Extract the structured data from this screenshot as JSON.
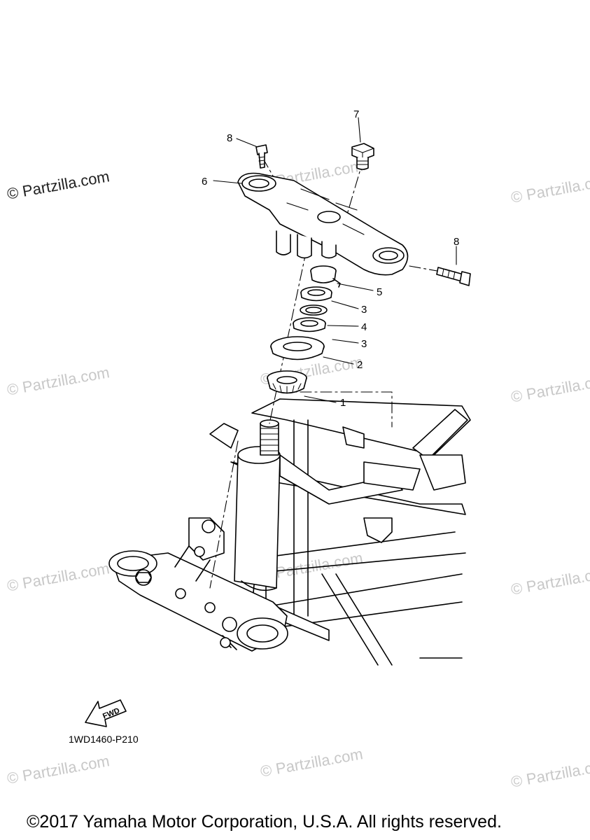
{
  "watermarks": {
    "text": "© Partzilla.com",
    "primary": "© Partzilla.com"
  },
  "callouts": {
    "n1": "1",
    "n2": "2",
    "n3a": "3",
    "n3b": "3",
    "n4": "4",
    "n5": "5",
    "n6": "6",
    "n7": "7",
    "n8a": "8",
    "n8b": "8"
  },
  "fwd_label": "FWD",
  "diagram_code": "1WD1460-P210",
  "copyright": "©2017 Yamaha Motor Corporation, U.S.A. All rights reserved."
}
